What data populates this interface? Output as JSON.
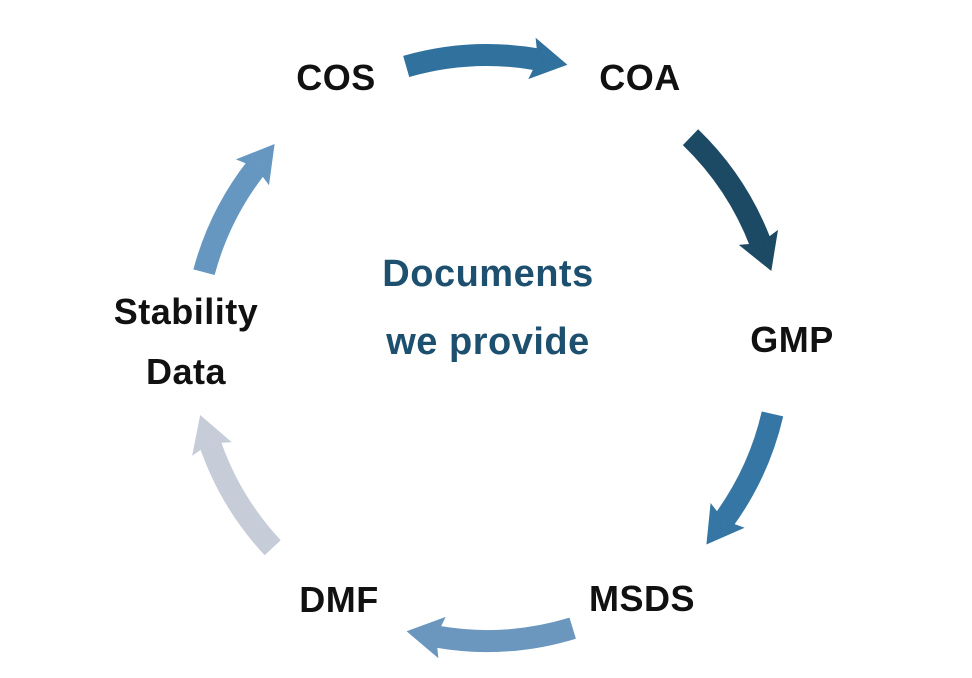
{
  "diagram": {
    "type": "cycle",
    "background": "#ffffff",
    "label_color": "#111111",
    "center_title": {
      "line1": "Documents",
      "line2": "we provide",
      "color": "#1d4f6e"
    },
    "nodes": [
      {
        "id": "cos",
        "label": "COS"
      },
      {
        "id": "coa",
        "label": "COA"
      },
      {
        "id": "gmp",
        "label": "GMP"
      },
      {
        "id": "msds",
        "label": "MSDS"
      },
      {
        "id": "dmf",
        "label": "DMF"
      },
      {
        "id": "stability-data",
        "label": "Stability",
        "label_line2": "Data"
      }
    ],
    "arrows": [
      {
        "from": "COS",
        "to": "COA",
        "color": "#30719e"
      },
      {
        "from": "COA",
        "to": "GMP",
        "color": "#1c4a64"
      },
      {
        "from": "GMP",
        "to": "MSDS",
        "color": "#3576a4"
      },
      {
        "from": "MSDS",
        "to": "DMF",
        "color": "#6b96bd"
      },
      {
        "from": "DMF",
        "to": "Stability Data",
        "color": "#c6cdd8"
      },
      {
        "from": "Stability Data",
        "to": "COS",
        "color": "#6697c1"
      }
    ]
  }
}
